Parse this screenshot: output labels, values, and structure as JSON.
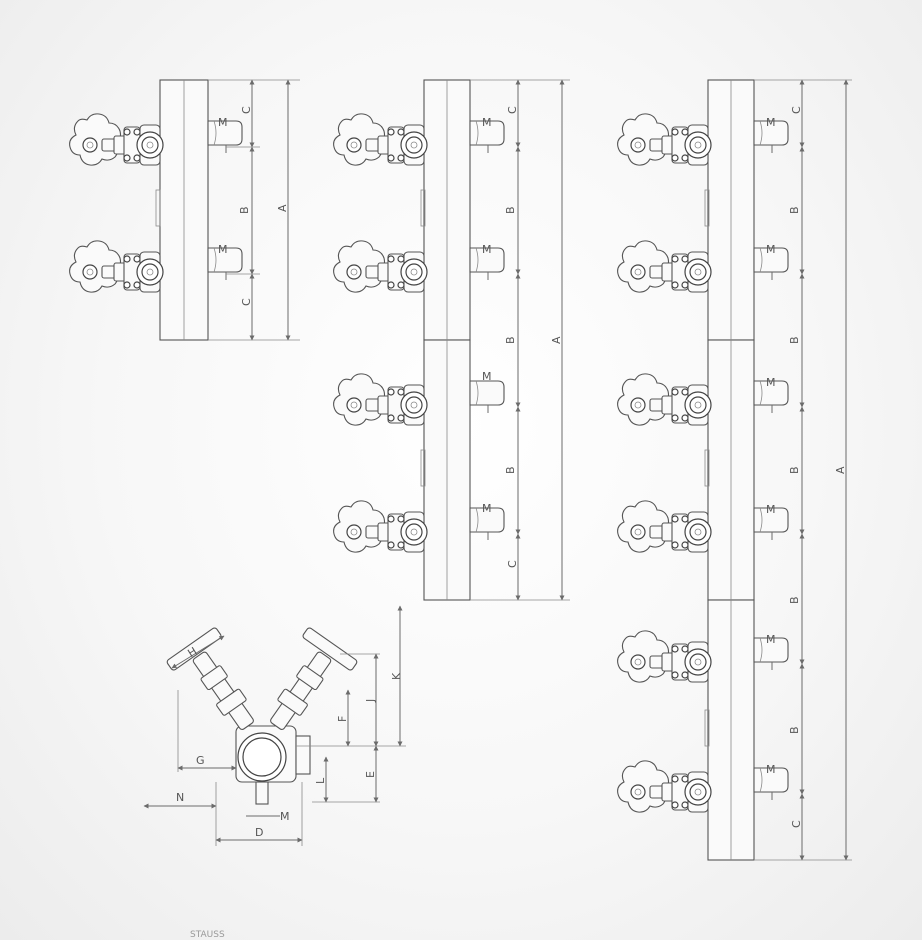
{
  "labels": {
    "A": "A",
    "B": "B",
    "C": "C",
    "D": "D",
    "E": "E",
    "F": "F",
    "G": "G",
    "H": "H",
    "J": "J",
    "K": "K",
    "L": "L",
    "M": "M",
    "N": "N"
  },
  "footer": "STAUSS",
  "icons": {
    "valve": "handwheel-valve-icon",
    "gauge": "gauge-port-icon"
  },
  "colors": {
    "line": "#6b6b6b",
    "background": "#f7f7f7"
  }
}
